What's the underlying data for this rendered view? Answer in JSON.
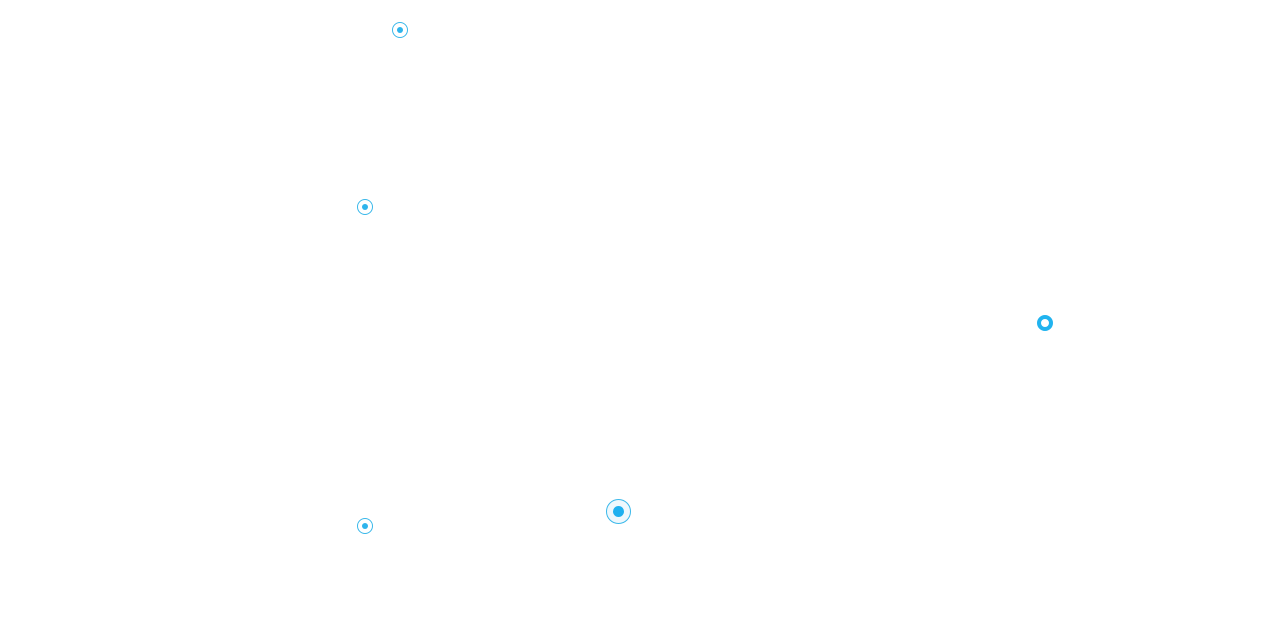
{
  "accent_color": "#2eb4ec",
  "hotspots": [
    {
      "icon": "radio-target-icon",
      "style": "ring"
    },
    {
      "icon": "radio-target-icon",
      "style": "ring"
    },
    {
      "icon": "radio-target-icon",
      "style": "ring"
    },
    {
      "icon": "radio-target-icon",
      "style": "big"
    },
    {
      "icon": "ring-marker-icon",
      "style": "hollow"
    }
  ]
}
